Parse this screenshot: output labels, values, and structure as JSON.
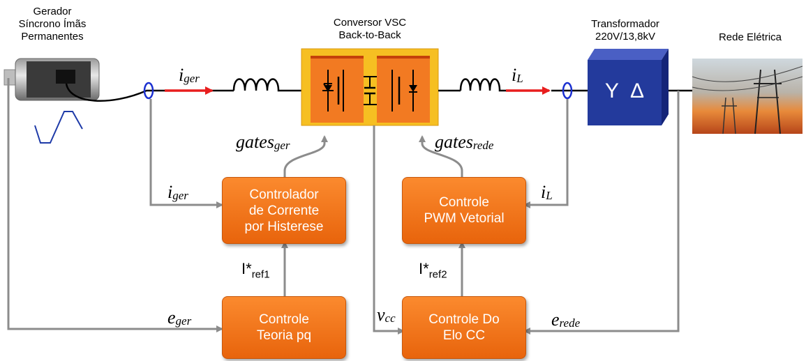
{
  "components": {
    "generator_label": [
      "Gerador",
      "Síncrono Ímãs",
      "Permanentes"
    ],
    "converter_label": [
      "Conversor VSC",
      "Back-to-Back"
    ],
    "transformer_label": [
      "Transformador",
      "220V/13,8kV"
    ],
    "transformer_symbol": "Y  Δ",
    "grid_label": "Rede Elétrica"
  },
  "controllers": {
    "hysteresis": [
      "Controlador",
      "de Corrente",
      "por Histerese"
    ],
    "pwm": [
      "Controle",
      "PWM Vetorial"
    ],
    "pq": [
      "Controle",
      "Teoria pq"
    ],
    "dc_link": [
      "Controle Do",
      "Elo CC"
    ]
  },
  "signals": {
    "i_ger_top": {
      "main": "i",
      "sub": "ger"
    },
    "i_L_top": {
      "main": "i",
      "sub": "L"
    },
    "gates_ger": {
      "main": "gates",
      "sub": "ger"
    },
    "gates_rede": {
      "main": "gates",
      "sub": "rede"
    },
    "i_ger_side": {
      "main": "i",
      "sub": "ger"
    },
    "i_L_side": {
      "main": "i",
      "sub": "L"
    },
    "e_ger": {
      "main": "e",
      "sub": "ger"
    },
    "e_rede": {
      "main": "e",
      "sub": "rede"
    },
    "v_cc": {
      "main": "v",
      "sub": "cc"
    },
    "iref1": {
      "main": "I*",
      "sub": "ref1"
    },
    "iref2": {
      "main": "I*",
      "sub": "ref2"
    }
  },
  "colors": {
    "controller_orange": "#f07a1e",
    "converter_yellow": "#f6bf22",
    "transformer_blue": "#233a9c",
    "current_arrow_red": "#e81e1e",
    "signal_line_gray": "#8c8c8c",
    "current_sensor_blue": "#1a2fd0"
  }
}
